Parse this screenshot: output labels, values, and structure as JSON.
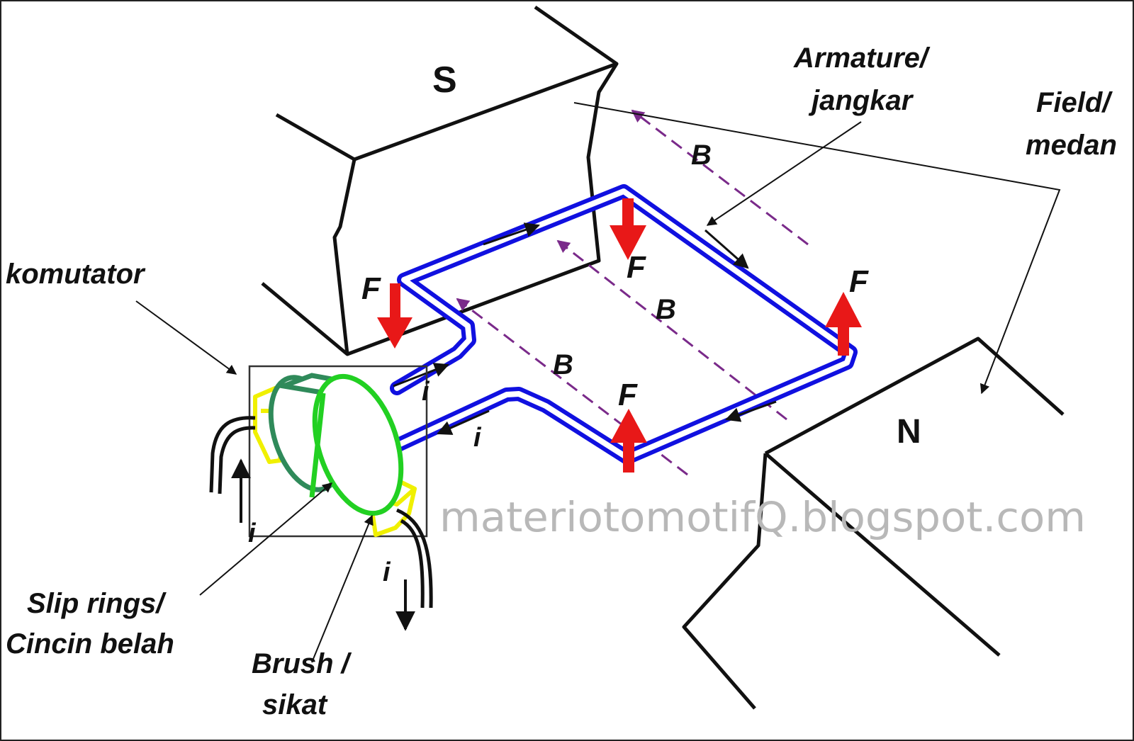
{
  "poles": {
    "south": "S",
    "north": "N"
  },
  "labels": {
    "armature_line1": "Armature/",
    "armature_line2": "jangkar",
    "field_line1": "Field/",
    "field_line2": "medan",
    "komutator": "komutator",
    "slip_line1": "Slip rings/",
    "slip_line2": "Cincin belah",
    "brush_line1": "Brush /",
    "brush_line2": "sikat"
  },
  "symbols": {
    "force": "F",
    "field": "B",
    "current": "i"
  },
  "watermark": "materiotomotifQ.blogspot.com",
  "colors": {
    "coil": "#1010e0",
    "force_arrow": "#e81818",
    "field_line": "#7a2a8a",
    "slip_ring": "#22d022",
    "slip_ring_dark": "#2f8a5a",
    "brush": "#f0f000",
    "outline": "#111111",
    "watermark": "#b8b8b8"
  }
}
